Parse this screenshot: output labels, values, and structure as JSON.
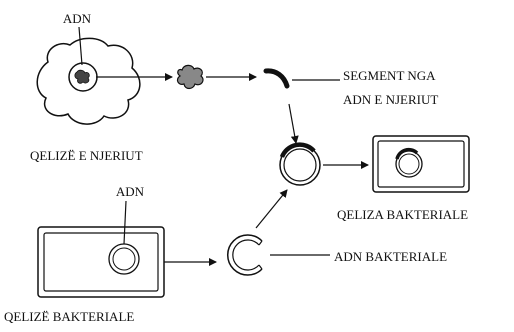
{
  "labels": {
    "adn_top": "ADN",
    "segment_line1": "SEGMENT NGA",
    "segment_line2": "ADN E NJERIUT",
    "human_cell": "QELIZË E NJERIUT",
    "adn_bottom": "ADN",
    "bacterial_cell_result": "QELIZA BAKTERIALE",
    "bacterial_dna": "ADN BAKTERIALE",
    "bacterial_cell_source": "QELIZË BAKTERIALE"
  },
  "colors": {
    "stroke": "#111111",
    "background": "#ffffff"
  }
}
